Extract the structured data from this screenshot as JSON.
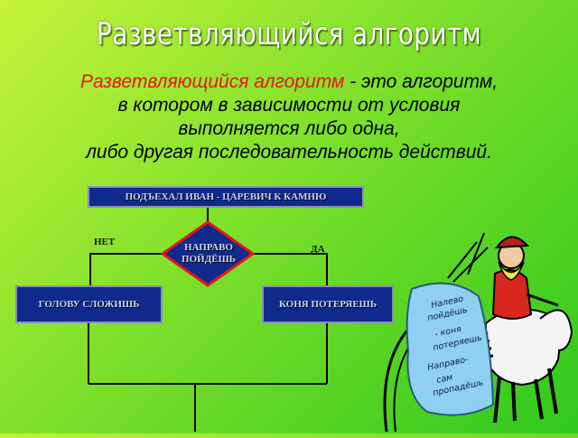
{
  "title": "Разветвляющийся алгоритм",
  "definition": {
    "term": "Разветвляющийся алгоритм",
    "line1_rest": " - это алгоритм,",
    "line2": "в котором в зависимости от условия",
    "line3": "выполняется либо одна,",
    "line4": "либо другая последовательность действий."
  },
  "flowchart": {
    "start": "ПОДЪЕХАЛ ИВАН - ЦАРЕВИЧ К КАМНЮ",
    "condition_line1": "НАПРАВО",
    "condition_line2": "ПОЙДЁШЬ",
    "no_label": "НЕТ",
    "yes_label": "ДА",
    "no_action": "ГОЛОВУ СЛОЖИШЬ",
    "yes_action": "КОНЯ ПОТЕРЯЕШЬ"
  },
  "illustration": {
    "stone_lines": [
      "Налево",
      "пойдёшь",
      "- коня",
      "потеряешь",
      "Направо-",
      "сам",
      "пропадёшь"
    ]
  },
  "colors": {
    "box_fill": "#0f2a8a",
    "term": "#e8141c",
    "diamond_border": "#e8141c",
    "lines": "#000000"
  }
}
